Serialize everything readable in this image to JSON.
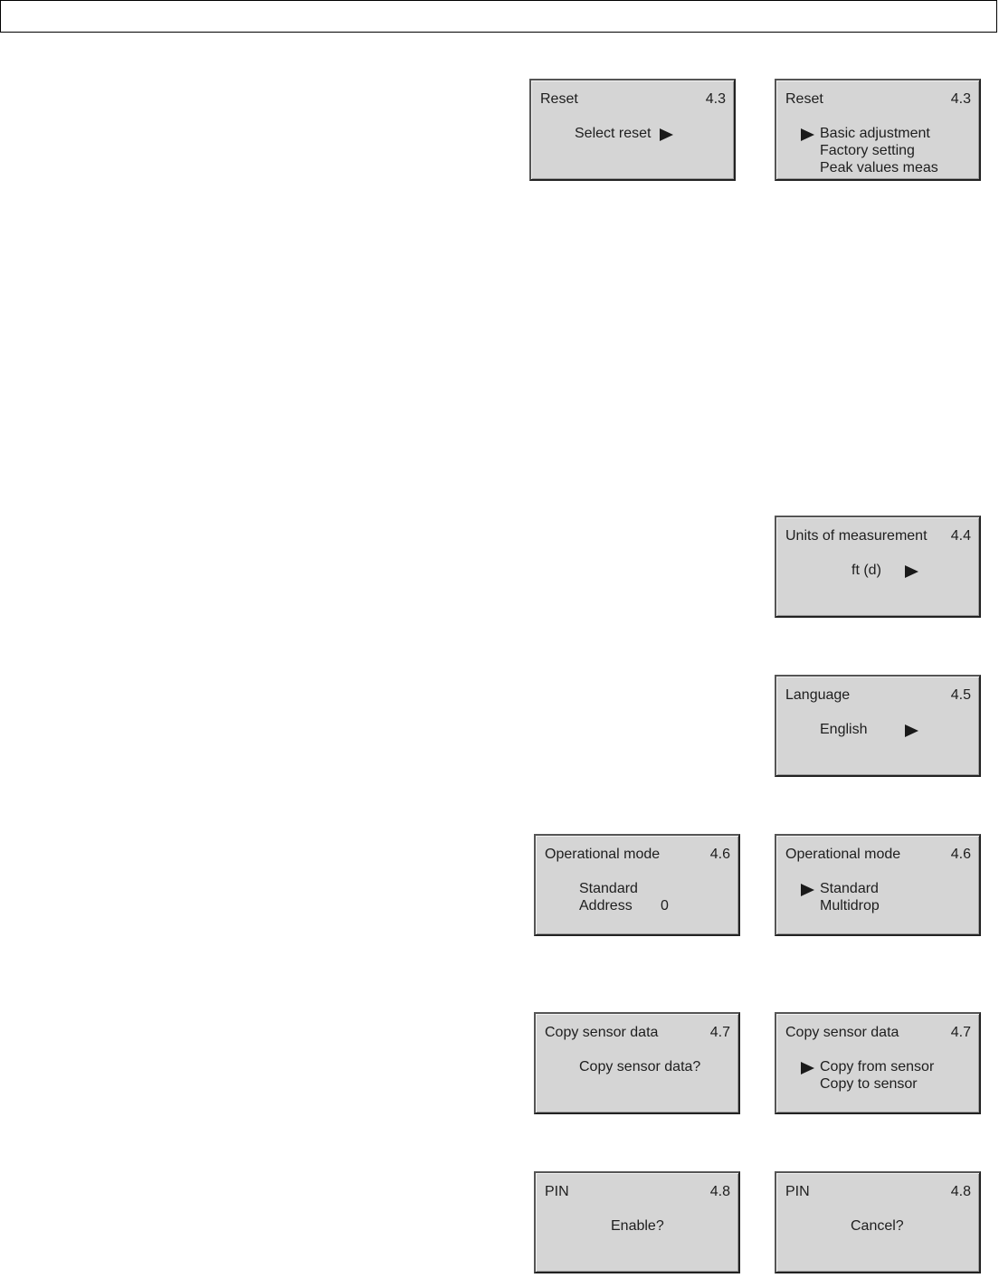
{
  "screens": {
    "reset_a": {
      "title": "Reset",
      "number": "4.3",
      "lines": [
        "Select reset"
      ],
      "icons": [
        "arrow-right-icon"
      ]
    },
    "reset_b": {
      "title": "Reset",
      "number": "4.3",
      "lines": [
        "Basic adjustment",
        "Factory setting",
        "Peak values meas"
      ],
      "icons": [
        "arrow-right-icon"
      ]
    },
    "units": {
      "title": "Units of measurement",
      "number": "4.4",
      "lines": [
        "ft (d)"
      ],
      "icons": [
        "arrow-right-icon"
      ]
    },
    "language": {
      "title": "Language",
      "number": "4.5",
      "lines": [
        "English"
      ],
      "icons": [
        "arrow-right-icon"
      ]
    },
    "opmode_a": {
      "title": "Operational mode",
      "number": "4.6",
      "lines": [
        "Standard",
        "Address",
        "0"
      ]
    },
    "opmode_b": {
      "title": "Operational mode",
      "number": "4.6",
      "lines": [
        "Standard",
        "Multidrop"
      ],
      "icons": [
        "arrow-right-icon"
      ]
    },
    "copy_a": {
      "title": "Copy sensor data",
      "number": "4.7",
      "lines": [
        "Copy sensor data?"
      ]
    },
    "copy_b": {
      "title": "Copy sensor data",
      "number": "4.7",
      "lines": [
        "Copy from sensor",
        "Copy to sensor"
      ],
      "icons": [
        "arrow-right-icon"
      ]
    },
    "pin_a": {
      "title": "PIN",
      "number": "4.8",
      "lines": [
        "Enable?"
      ]
    },
    "pin_b": {
      "title": "PIN",
      "number": "4.8",
      "lines": [
        "Cancel?"
      ]
    }
  },
  "colors": {
    "screen_background": "#d5d5d5",
    "text": "#1e1e1e",
    "border": "#222222"
  }
}
